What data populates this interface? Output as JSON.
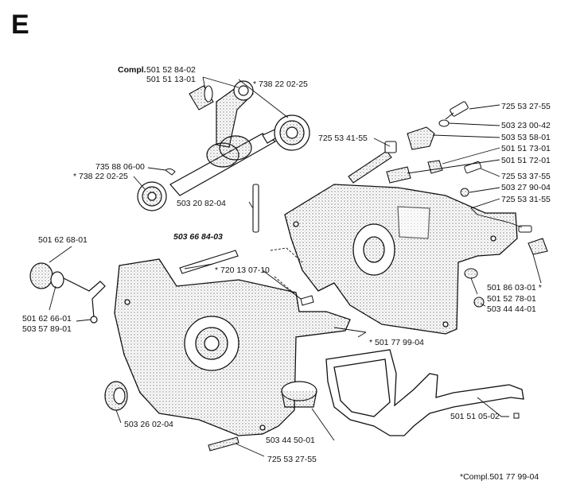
{
  "section": {
    "letter": "E"
  },
  "labels": {
    "compl_prefix": "Compl.",
    "p_501_52_84_02": "501 52 84-02",
    "p_501_51_13_01": "501 51 13-01",
    "p_738_22_02_25_top": "* 738 22 02-25",
    "p_725_53_27_55_top": "725 53 27-55",
    "p_503_23_00_42": "503 23 00-42",
    "p_725_53_41_55": "725 53 41-55",
    "p_503_53_58_01": "503 53 58-01",
    "p_501_51_73_01": "501 51 73-01",
    "p_501_51_72_01": "501 51 72-01",
    "p_725_53_37_55": "725 53 37-55",
    "p_503_27_90_04": "503 27 90-04",
    "p_725_53_31_55": "725 53 31-55",
    "p_735_88_06_00": "735 88 06-00",
    "p_738_22_02_25_left": "* 738 22 02-25",
    "p_503_20_82_04": "503 20 82-04",
    "p_501_62_68_01": "501 62 68-01",
    "p_503_66_84_03": "503 66 84-03",
    "p_720_13_07_10": "* 720 13 07-10",
    "p_501_62_66_01": "501 62 66-01",
    "p_503_57_89_01": "503 57 89-01",
    "p_501_86_03_01": "501 86 03-01 *",
    "p_501_52_78_01": "501 52 78-01",
    "p_503_44_44_01": "503 44 44-01",
    "p_501_77_99_04": "* 501 77 99-04",
    "p_501_51_05_02": "501 51 05-02",
    "p_503_26_02_04": "503 26 02-04",
    "p_503_44_50_01": "503 44 50-01",
    "p_725_53_27_55_bottom": "725 53 27-55"
  },
  "footnote": "*Compl.501 77 99-04",
  "colors": {
    "ink": "#111111",
    "paper": "#ffffff",
    "shade": "#9a9a9a"
  }
}
